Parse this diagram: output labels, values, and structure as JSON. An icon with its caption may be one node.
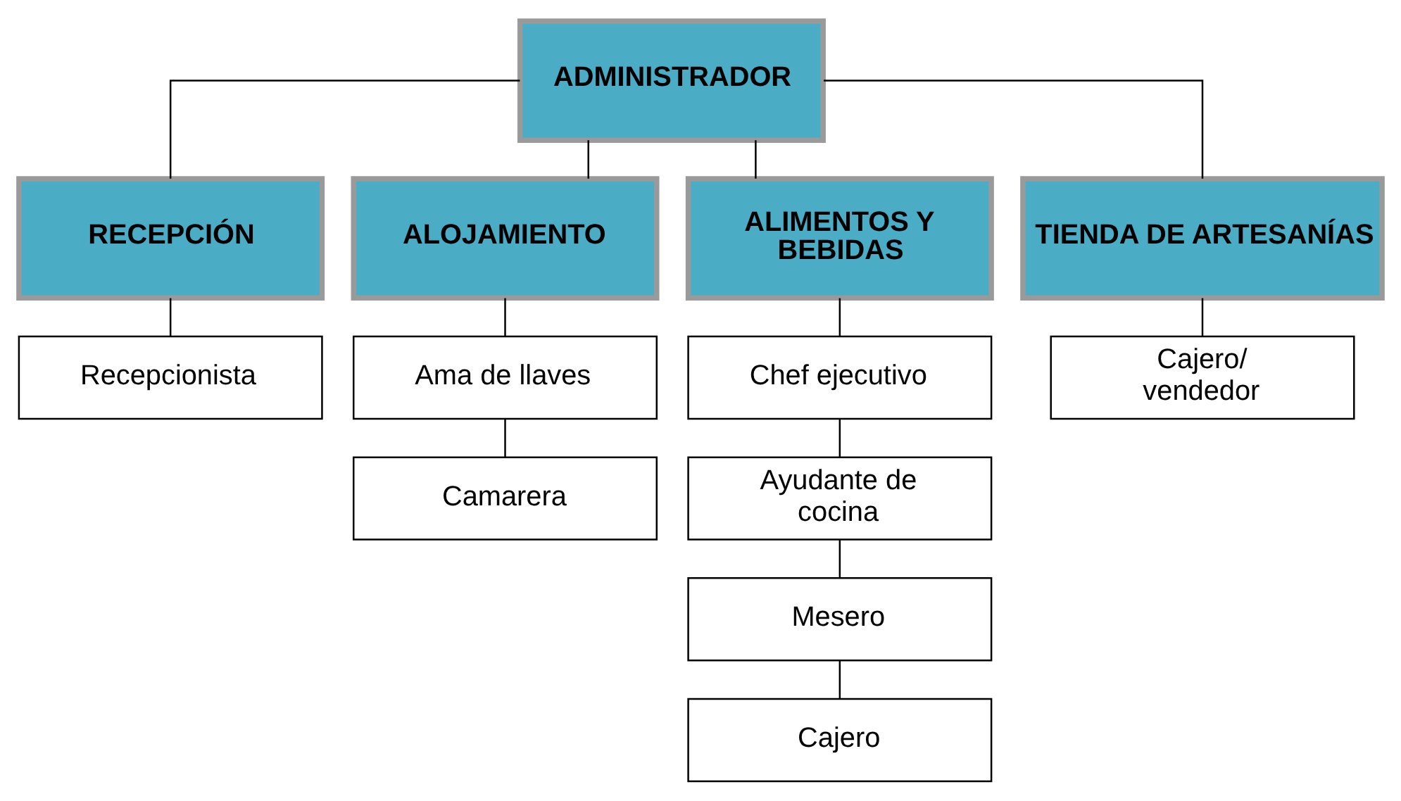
{
  "diagram": {
    "nodes": [
      {
        "text": [
          "ADMINISTRADOR"
        ]
      },
      {
        "text": [
          "RECEPCIÓN"
        ]
      },
      {
        "text": [
          "ALOJAMIENTO"
        ]
      },
      {
        "text": [
          "ALIMENTOS Y BEBIDAS"
        ]
      },
      {
        "text": [
          "TIENDA DE ARTESANÍAS"
        ]
      },
      {
        "text": [
          "Recepcionista"
        ]
      },
      {
        "text": [
          "Ama de llaves"
        ]
      },
      {
        "text": [
          "Camarera"
        ]
      },
      {
        "text": [
          "Chef ejecutivo"
        ]
      },
      {
        "text": [
          "Ayudante de cocina"
        ]
      },
      {
        "text": [
          "Mesero"
        ]
      },
      {
        "text": [
          "Cajero"
        ]
      },
      {
        "text": [
          "Cajero/ vendedor"
        ]
      }
    ],
    "edges": [
      {
        "from": 0,
        "to": 1,
        "arrow": "none"
      },
      {
        "from": 0,
        "to": 2,
        "arrow": "none"
      },
      {
        "from": 0,
        "to": 3,
        "arrow": "none"
      },
      {
        "from": 0,
        "to": 4,
        "arrow": "none"
      },
      {
        "from": 1,
        "to": 5,
        "arrow": "none"
      },
      {
        "from": 2,
        "to": 6,
        "arrow": "none"
      },
      {
        "from": 6,
        "to": 7,
        "arrow": "none"
      },
      {
        "from": 3,
        "to": 8,
        "arrow": "none"
      },
      {
        "from": 8,
        "to": 9,
        "arrow": "none"
      },
      {
        "from": 9,
        "to": 10,
        "arrow": "none"
      },
      {
        "from": 10,
        "to": 11,
        "arrow": "none"
      },
      {
        "from": 4,
        "to": 12,
        "arrow": "none"
      }
    ]
  }
}
